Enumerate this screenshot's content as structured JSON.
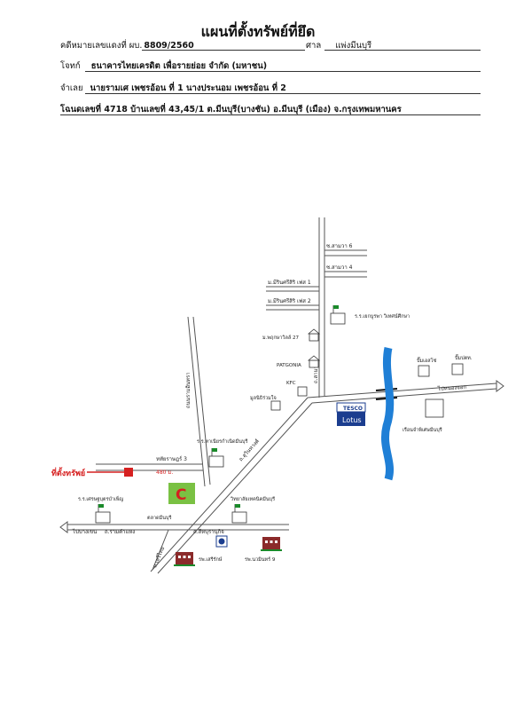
{
  "header": {
    "title": "แผนที่ตั้งทรัพย์ที่ยึด",
    "case_label": "คดีหมายเลขแดงที่  ผบ.",
    "case_no": "8809/2560",
    "court_label": "ศาล",
    "court": "แพ่งมีนบุรี",
    "plaintiff_label": "โจทก์",
    "plaintiff": "ธนาคารไทยเครดิต เพื่อรายย่อย จำกัด (มหาชน)",
    "defendant_label": "จำเลย",
    "defendant": "นายรามเศ  เพชรอ้อน ที่ 1 นางประนอม  เพชรอ้อน ที่ 2",
    "deed": "โฉนดเลขที่ 4718 บ้านเลขที่ 43,45/1 ต.มีนบุรี(บางชัน) อ.มีนบุรี (เมือง) จ.กรุงเทพมหานคร"
  },
  "map": {
    "roads": {
      "s6": "ซ.สามวา 6",
      "s4": "ซ.สามวา 4",
      "m_phase1": "ม.มีรินศรีสิริ เฟส 1",
      "m_phase2": "ม.มีรินศรีสิริ เฟส 2",
      "samwa": "ถ.สามวา",
      "ramintra": "ถนนรามอินทรา",
      "hathairat3": "หทัยราษฎร์ 3",
      "distance": "480 ม.",
      "suwinthawong": "ถ.สุวินทวงศ์",
      "ramkhamhaeng": "ถ.รามคำแหง",
      "sihaburanukit": "ถ.สีหบุรานุกิจ",
      "serithai": "ถ.เสรีไทย",
      "to_bangkhen": "ไปบางเขน",
      "to_nongchok": "ไปหนองจอก"
    },
    "places": {
      "school_yotha": "ร.ร.เยกบูรพา วิเทศน์ศึกษา",
      "m_ruk": "ม.พฤกษาวิลล์ 27",
      "patgonia": "PATGONIA",
      "kfc": "KFC",
      "foundation": "มูลนิธิร่วมใจ",
      "school_min": "ร.ร.หาเนียรกำเนิดมีนบุรี",
      "school_setthabut": "ร.ร.เศรษฐบุตรบำเพ็ญ",
      "market": "ตลาดมีนบุรี",
      "college": "วิทยาลัยเทคนิคมีนบุรี",
      "hosp_serirak": "รพ.เสรีรักษ์",
      "hosp_nawamin": "รพ.นวมินทร์ 9",
      "gas_esso": "ปั๊มเอสโซ่",
      "gas_ptt": "ปั๊มปตท.",
      "special_school": "เรือนจำพิเศษมีนบุรี",
      "tesco": "TESCO",
      "lotus": "Lotus",
      "property": "ที่ตั้งทรัพย์",
      "logo_letter": "C"
    },
    "colors": {
      "property": "#d62020",
      "water": "#1f7fd6",
      "tesco": "#1b3d8f"
    }
  }
}
